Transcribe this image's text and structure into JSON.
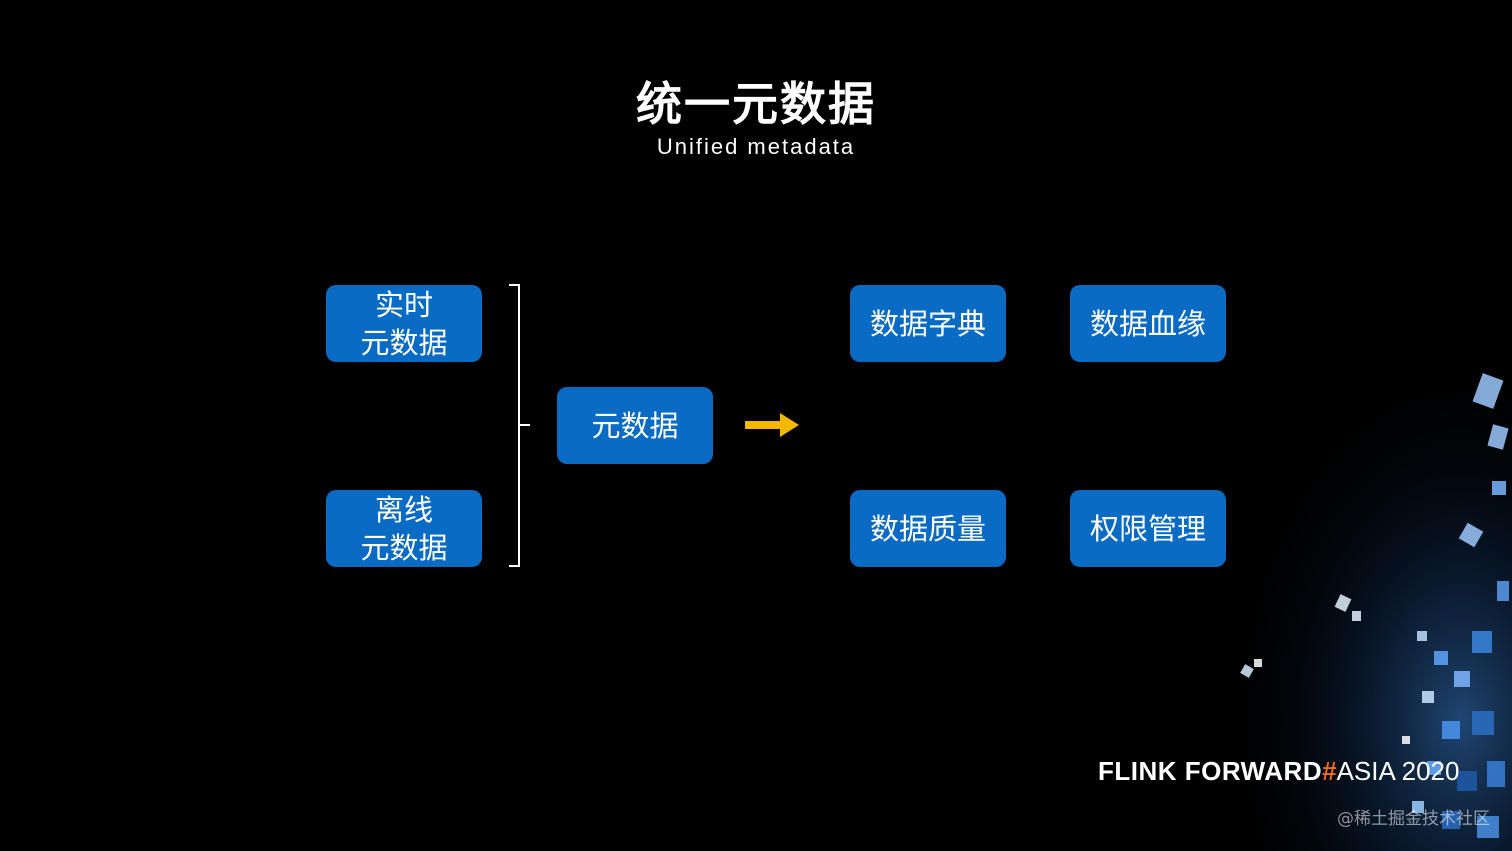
{
  "title": "统一元数据",
  "subtitle": "Unified metadata",
  "sources": {
    "realtime": {
      "line1": "实时",
      "line2": "元数据"
    },
    "offline": {
      "line1": "离线",
      "line2": "元数据"
    }
  },
  "center": {
    "label": "元数据"
  },
  "capabilities": {
    "dictionary": "数据字典",
    "lineage": "数据血缘",
    "quality": "数据质量",
    "permission": "权限管理"
  },
  "footer": {
    "brand_bold": "FLINK FORWARD",
    "brand_hash": "#",
    "brand_light": "ASIA 2020",
    "watermark": "@稀土掘金技术社区"
  },
  "colors": {
    "box": "#0a6bc4",
    "arrow": "#f5b800",
    "hash": "#f26b1d",
    "background": "#000000"
  }
}
